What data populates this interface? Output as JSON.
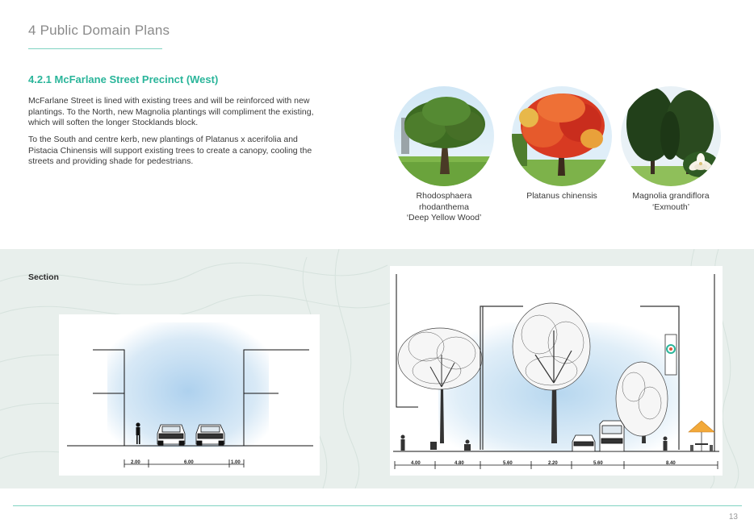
{
  "header": {
    "chapter_title": "4 Public Domain Plans"
  },
  "content": {
    "subtitle": "4.2.1 McFarlane Street Precinct (West)",
    "paragraphs": [
      "McFarlane Street is lined with existing trees and will be reinforced with new plantings. To the North, new Magnolia plantings will compliment the existing, which will soften the longer Stocklands block.",
      "To the South and centre kerb, new plantings of Platanus x acerifolia and Pistacia Chinensis will support existing trees to create a canopy, cooling the streets and providing shade for pedestrians."
    ]
  },
  "species": [
    {
      "line1": "Rhodosphaera",
      "line2": "rhodanthema",
      "line3": "‘Deep Yellow Wood’"
    },
    {
      "line1": "Platanus chinensis",
      "line2": "",
      "line3": ""
    },
    {
      "line1": "Magnolia grandiflora",
      "line2": "‘Exmouth’",
      "line3": ""
    }
  ],
  "section": {
    "label": "Section",
    "left_dimensions": [
      "2.00",
      "6.00",
      "1.00"
    ],
    "right_dimensions": [
      "4.00",
      "4.80",
      "5.60",
      "2.20",
      "5.60",
      "8.40"
    ]
  },
  "footer": {
    "page_number": "13"
  },
  "colors": {
    "accent": "#2ab59a",
    "rule": "#7fd3c2",
    "band": "#e8efec"
  }
}
